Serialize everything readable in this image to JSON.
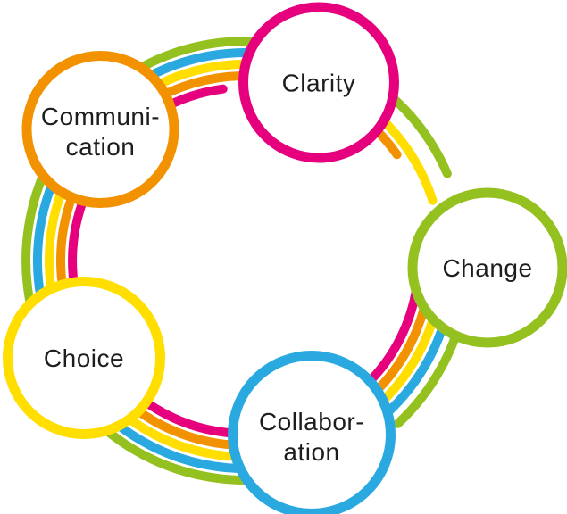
{
  "diagram": {
    "background": "#ffffff",
    "text_color": "#1d1d1b",
    "palette": {
      "pink": "#e6007e",
      "orange": "#f39200",
      "yellow": "#ffde00",
      "blue": "#29a9e0",
      "green": "#94c11f"
    },
    "rings_outer_to_inner": [
      "green",
      "blue",
      "yellow",
      "orange",
      "pink"
    ],
    "nodes": [
      {
        "id": "communication",
        "label": "Communication",
        "lines": [
          "Communi-",
          "cation"
        ],
        "ring": "orange"
      },
      {
        "id": "clarity",
        "label": "Clarity",
        "lines": [
          "Clarity"
        ],
        "ring": "pink"
      },
      {
        "id": "change",
        "label": "Change",
        "lines": [
          "Change"
        ],
        "ring": "green"
      },
      {
        "id": "choice",
        "label": "Choice",
        "lines": [
          "Choice"
        ],
        "ring": "yellow"
      },
      {
        "id": "collaboration",
        "label": "Collaboration",
        "lines": [
          "Collabor-",
          "ation"
        ],
        "ring": "blue"
      }
    ]
  }
}
